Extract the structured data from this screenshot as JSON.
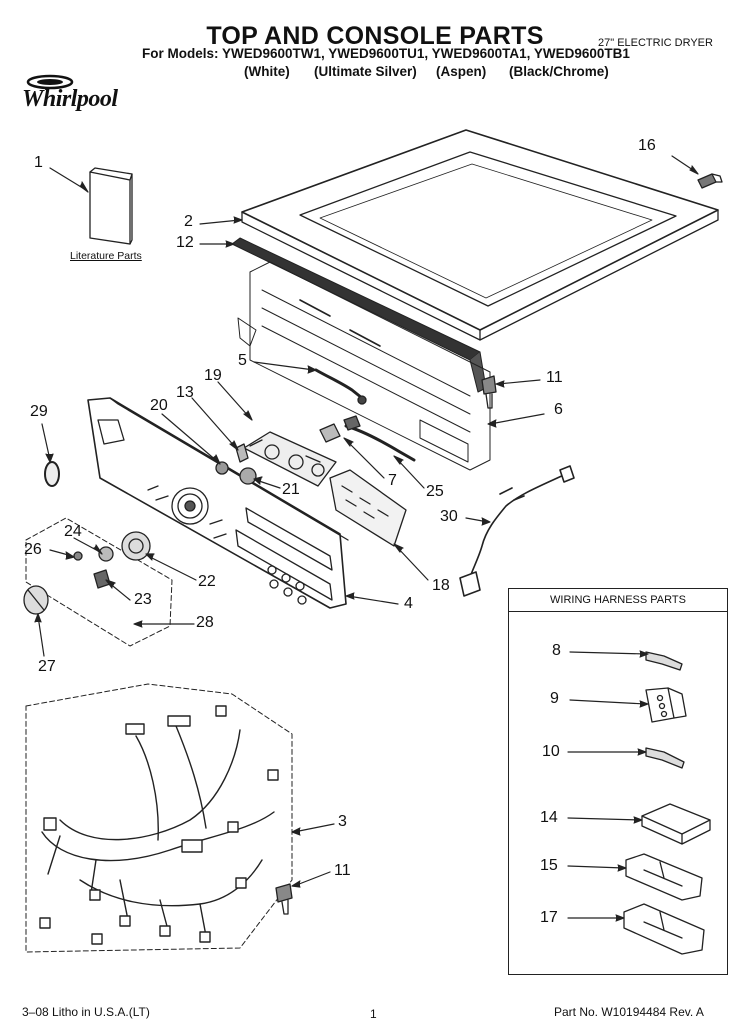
{
  "header": {
    "title": "TOP AND CONSOLE PARTS",
    "subtitle": "27\" ELECTRIC DRYER",
    "models_line": "For Models: YWED9600TW1, YWED9600TU1, YWED9600TA1, YWED9600TB1",
    "colors": [
      "(White)",
      "(Ultimate Silver)",
      "(Aspen)",
      "(Black/Chrome)"
    ],
    "brand": "Whirlpool"
  },
  "literature_label": "Literature Parts",
  "wiring_box_title": "WIRING HARNESS PARTS",
  "callouts": [
    {
      "id": "1",
      "label": "1"
    },
    {
      "id": "16",
      "label": "16"
    },
    {
      "id": "2",
      "label": "2"
    },
    {
      "id": "12",
      "label": "12"
    },
    {
      "id": "5",
      "label": "5"
    },
    {
      "id": "11a",
      "label": "11"
    },
    {
      "id": "6",
      "label": "6"
    },
    {
      "id": "19",
      "label": "19"
    },
    {
      "id": "13",
      "label": "13"
    },
    {
      "id": "20",
      "label": "20"
    },
    {
      "id": "29",
      "label": "29"
    },
    {
      "id": "7",
      "label": "7"
    },
    {
      "id": "21",
      "label": "21"
    },
    {
      "id": "25",
      "label": "25"
    },
    {
      "id": "30",
      "label": "30"
    },
    {
      "id": "24",
      "label": "24"
    },
    {
      "id": "26",
      "label": "26"
    },
    {
      "id": "22",
      "label": "22"
    },
    {
      "id": "18",
      "label": "18"
    },
    {
      "id": "23",
      "label": "23"
    },
    {
      "id": "4",
      "label": "4"
    },
    {
      "id": "28",
      "label": "28"
    },
    {
      "id": "27",
      "label": "27"
    },
    {
      "id": "3",
      "label": "3"
    },
    {
      "id": "11b",
      "label": "11"
    },
    {
      "id": "8",
      "label": "8"
    },
    {
      "id": "9",
      "label": "9"
    },
    {
      "id": "10",
      "label": "10"
    },
    {
      "id": "14",
      "label": "14"
    },
    {
      "id": "15",
      "label": "15"
    },
    {
      "id": "17",
      "label": "17"
    }
  ],
  "footer": {
    "litho": "3–08 Litho in U.S.A.(LT)",
    "page": "1",
    "part_no": "Part No. W10194484 Rev. A"
  }
}
